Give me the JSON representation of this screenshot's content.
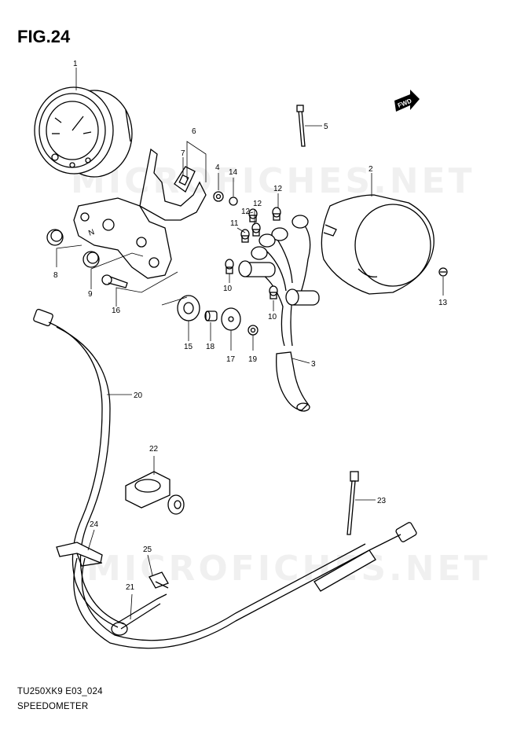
{
  "figure": {
    "title": "FIG.24"
  },
  "footer": {
    "model_code": "TU250XK9 E03_024",
    "section": "SPEEDOMETER"
  },
  "watermarks": [
    "MICROFICHES.NET",
    "MICROFICHES.NET"
  ],
  "fwd_badge": "FWD",
  "callouts": [
    "1",
    "2",
    "3",
    "4",
    "5",
    "6",
    "7",
    "8",
    "9",
    "10",
    "10",
    "11",
    "12",
    "12",
    "12",
    "13",
    "14",
    "15",
    "16",
    "17",
    "18",
    "19",
    "20",
    "21",
    "22",
    "23",
    "24",
    "25"
  ]
}
